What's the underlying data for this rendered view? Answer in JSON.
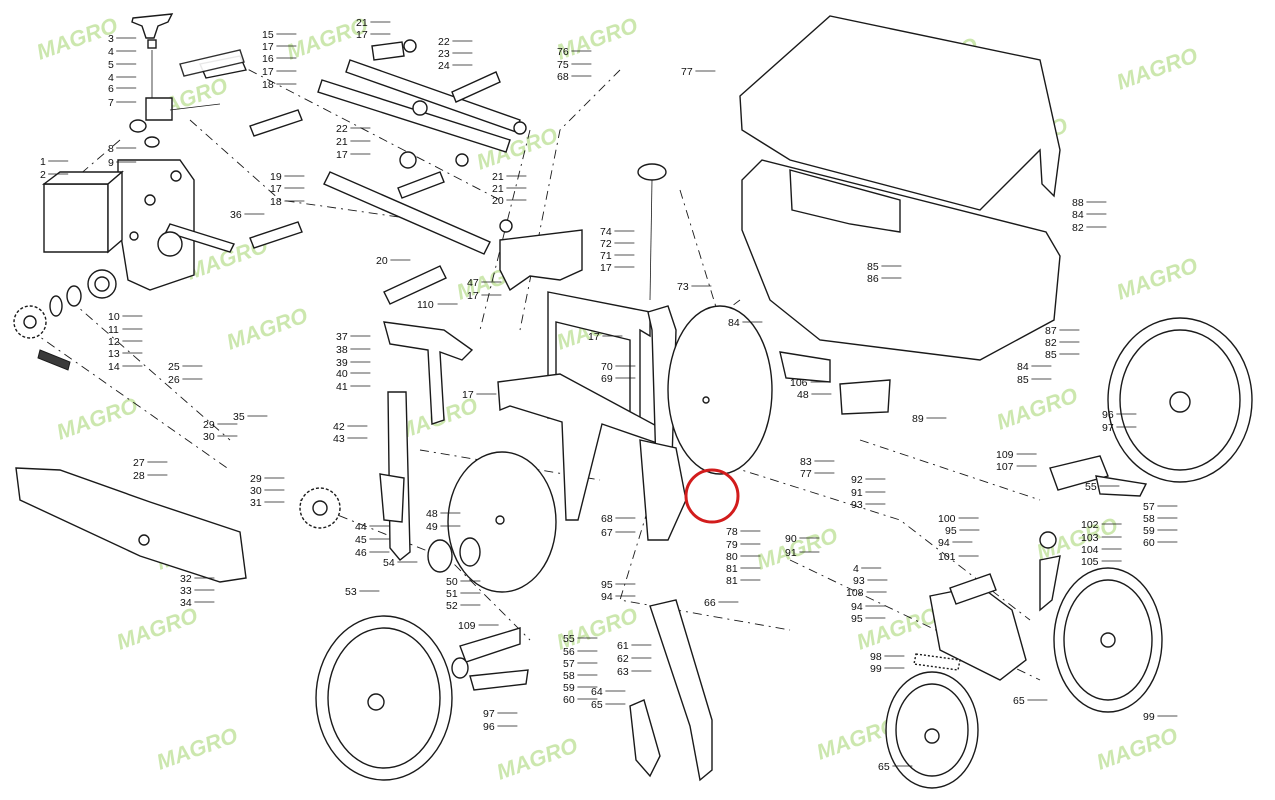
{
  "watermark_text": "MAGRO",
  "colors": {
    "line": "#1a1a1a",
    "watermark": "#b7dd8c",
    "highlight": "#d21c1c"
  },
  "callouts": [
    [
      "3",
      108,
      42
    ],
    [
      "4",
      108,
      55
    ],
    [
      "5",
      108,
      68
    ],
    [
      "4",
      108,
      81
    ],
    [
      "6",
      108,
      92
    ],
    [
      "7",
      108,
      106
    ],
    [
      "15",
      262,
      38
    ],
    [
      "17",
      262,
      50
    ],
    [
      "1",
      40,
      165
    ],
    [
      "2",
      40,
      178
    ],
    [
      "8",
      108,
      152
    ],
    [
      "9",
      108,
      166
    ],
    [
      "36",
      230,
      218
    ],
    [
      "16",
      262,
      62
    ],
    [
      "17",
      262,
      75
    ],
    [
      "18",
      262,
      88
    ],
    [
      "21",
      356,
      26
    ],
    [
      "17",
      356,
      38
    ],
    [
      "22",
      438,
      45
    ],
    [
      "23",
      438,
      57
    ],
    [
      "24",
      438,
      69
    ],
    [
      "76",
      557,
      55
    ],
    [
      "75",
      557,
      68
    ],
    [
      "68",
      557,
      80
    ],
    [
      "77",
      681,
      75
    ],
    [
      "22",
      336,
      132
    ],
    [
      "21",
      336,
      145
    ],
    [
      "17",
      336,
      158
    ],
    [
      "21",
      492,
      180
    ],
    [
      "21",
      492,
      192
    ],
    [
      "20",
      492,
      204
    ],
    [
      "19",
      270,
      180
    ],
    [
      "17",
      270,
      192
    ],
    [
      "18",
      270,
      205
    ],
    [
      "20",
      376,
      264
    ],
    [
      "10",
      108,
      320
    ],
    [
      "11",
      108,
      333
    ],
    [
      "12",
      108,
      345
    ],
    [
      "13",
      108,
      357
    ],
    [
      "14",
      108,
      370
    ],
    [
      "110",
      417,
      308
    ],
    [
      "37",
      336,
      340
    ],
    [
      "38",
      336,
      353
    ],
    [
      "39",
      336,
      366
    ],
    [
      "40",
      336,
      377
    ],
    [
      "41",
      336,
      390
    ],
    [
      "25",
      168,
      370
    ],
    [
      "26",
      168,
      383
    ],
    [
      "74",
      600,
      235
    ],
    [
      "72",
      600,
      247
    ],
    [
      "71",
      600,
      259
    ],
    [
      "17",
      600,
      271
    ],
    [
      "73",
      677,
      290
    ],
    [
      "47",
      467,
      286
    ],
    [
      "17",
      467,
      299
    ],
    [
      "17",
      588,
      340
    ],
    [
      "70",
      601,
      370
    ],
    [
      "69",
      601,
      382
    ],
    [
      "17",
      462,
      398
    ],
    [
      "106",
      790,
      386
    ],
    [
      "48",
      797,
      398
    ],
    [
      "85",
      867,
      270
    ],
    [
      "86",
      867,
      282
    ],
    [
      "84",
      728,
      326
    ],
    [
      "88",
      1072,
      206
    ],
    [
      "84",
      1072,
      218
    ],
    [
      "82",
      1072,
      231
    ],
    [
      "87",
      1045,
      334
    ],
    [
      "82",
      1045,
      346
    ],
    [
      "85",
      1045,
      358
    ],
    [
      "84",
      1017,
      370
    ],
    [
      "85",
      1017,
      383
    ],
    [
      "89",
      912,
      422
    ],
    [
      "96",
      1102,
      418
    ],
    [
      "97",
      1102,
      431
    ],
    [
      "109",
      996,
      458
    ],
    [
      "107",
      996,
      470
    ],
    [
      "35",
      233,
      420
    ],
    [
      "42",
      333,
      430
    ],
    [
      "43",
      333,
      442
    ],
    [
      "29",
      203,
      428
    ],
    [
      "30",
      203,
      440
    ],
    [
      "27",
      133,
      466
    ],
    [
      "28",
      133,
      479
    ],
    [
      "29",
      250,
      482
    ],
    [
      "30",
      250,
      494
    ],
    [
      "31",
      250,
      506
    ],
    [
      "83",
      800,
      465
    ],
    [
      "77",
      800,
      477
    ],
    [
      "92",
      851,
      483
    ],
    [
      "91",
      851,
      496
    ],
    [
      "93",
      851,
      508
    ],
    [
      "90",
      785,
      542
    ],
    [
      "91",
      785,
      556
    ],
    [
      "55",
      1085,
      490
    ],
    [
      "57",
      1143,
      510
    ],
    [
      "58",
      1143,
      522
    ],
    [
      "59",
      1143,
      534
    ],
    [
      "60",
      1143,
      546
    ],
    [
      "102",
      1081,
      528
    ],
    [
      "103",
      1081,
      541
    ],
    [
      "104",
      1081,
      553
    ],
    [
      "105",
      1081,
      565
    ],
    [
      "100",
      938,
      522
    ],
    [
      "95",
      945,
      534
    ],
    [
      "94",
      938,
      546
    ],
    [
      "101",
      938,
      560
    ],
    [
      "44",
      355,
      530
    ],
    [
      "45",
      355,
      543
    ],
    [
      "46",
      355,
      556
    ],
    [
      "48",
      426,
      517
    ],
    [
      "49",
      426,
      530
    ],
    [
      "68",
      601,
      522
    ],
    [
      "67",
      601,
      536
    ],
    [
      "78",
      726,
      535
    ],
    [
      "79",
      726,
      548
    ],
    [
      "80",
      726,
      560
    ],
    [
      "81",
      726,
      572
    ],
    [
      "81",
      726,
      584
    ],
    [
      "32",
      180,
      582
    ],
    [
      "33",
      180,
      594
    ],
    [
      "34",
      180,
      606
    ],
    [
      "54",
      383,
      566
    ],
    [
      "50",
      446,
      585
    ],
    [
      "51",
      446,
      597
    ],
    [
      "52",
      446,
      609
    ],
    [
      "53",
      345,
      595
    ],
    [
      "95",
      601,
      588
    ],
    [
      "94",
      601,
      600
    ],
    [
      "4",
      853,
      572
    ],
    [
      "93",
      853,
      584
    ],
    [
      "108",
      846,
      596
    ],
    [
      "94",
      851,
      610
    ],
    [
      "95",
      851,
      622
    ],
    [
      "109",
      458,
      629
    ],
    [
      "55",
      563,
      642
    ],
    [
      "56",
      563,
      655
    ],
    [
      "57",
      563,
      667
    ],
    [
      "58",
      563,
      679
    ],
    [
      "59",
      563,
      691
    ],
    [
      "60",
      563,
      703
    ],
    [
      "66",
      704,
      606
    ],
    [
      "61",
      617,
      649
    ],
    [
      "62",
      617,
      662
    ],
    [
      "63",
      617,
      675
    ],
    [
      "64",
      591,
      695
    ],
    [
      "65",
      591,
      708
    ],
    [
      "97",
      483,
      717
    ],
    [
      "96",
      483,
      730
    ],
    [
      "98",
      870,
      660
    ],
    [
      "99",
      870,
      672
    ],
    [
      "65",
      1013,
      704
    ],
    [
      "99",
      1143,
      720
    ],
    [
      "65",
      878,
      770
    ]
  ]
}
